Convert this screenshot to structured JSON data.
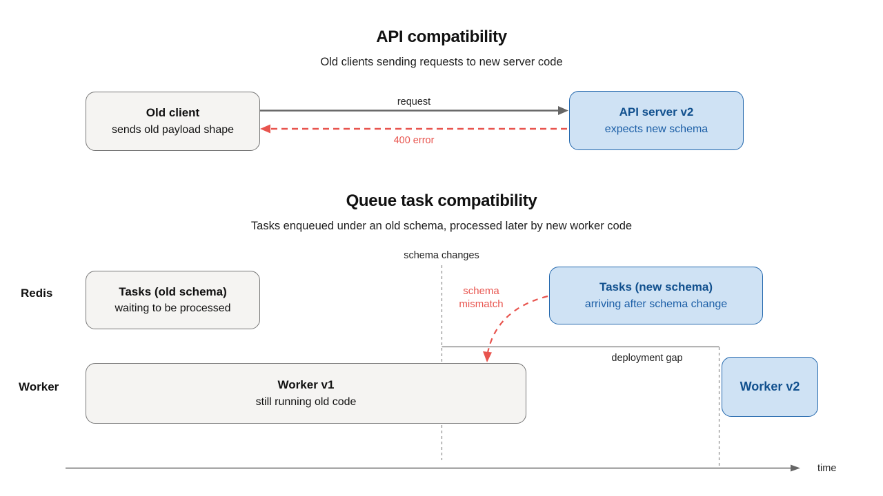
{
  "colors": {
    "blue_box_fill": "#cfe2f4",
    "blue_box_border": "#2166ac",
    "blue_text": "#11508e",
    "gray_box_fill": "#f5f4f2",
    "gray_box_border": "#757575",
    "red_accent": "#e8544e",
    "arrow_gray": "#666666",
    "text_black": "#111111"
  },
  "api_section": {
    "title": "API compatibility",
    "subtitle": "Old clients sending requests to new server code",
    "old_client_box": {
      "title": "Old client",
      "subtitle": "sends old payload shape"
    },
    "api_server_box": {
      "title": "API server v2",
      "subtitle": "expects new schema"
    },
    "request_arrow_label": "request",
    "error_arrow_label": "400 error"
  },
  "queue_section": {
    "title": "Queue task compatibility",
    "subtitle": "Tasks enqueued under an old schema, processed later by new worker code",
    "schema_changes_label": "schema changes",
    "schema_mismatch": {
      "line1": "schema",
      "line2": "mismatch"
    },
    "deployment_gap_label": "deployment gap",
    "redis_row": {
      "label": "Redis",
      "old_tasks_box": {
        "title": "Tasks (old schema)",
        "subtitle": "waiting to be processed"
      },
      "new_tasks_box": {
        "title": "Tasks (new schema)",
        "subtitle": "arriving after schema change"
      }
    },
    "worker_row": {
      "label": "Worker",
      "worker_v1_box": {
        "title": "Worker v1",
        "subtitle": "still running old code"
      },
      "worker_v2_box": {
        "title": "Worker v2"
      }
    },
    "time_axis_label": "time"
  }
}
